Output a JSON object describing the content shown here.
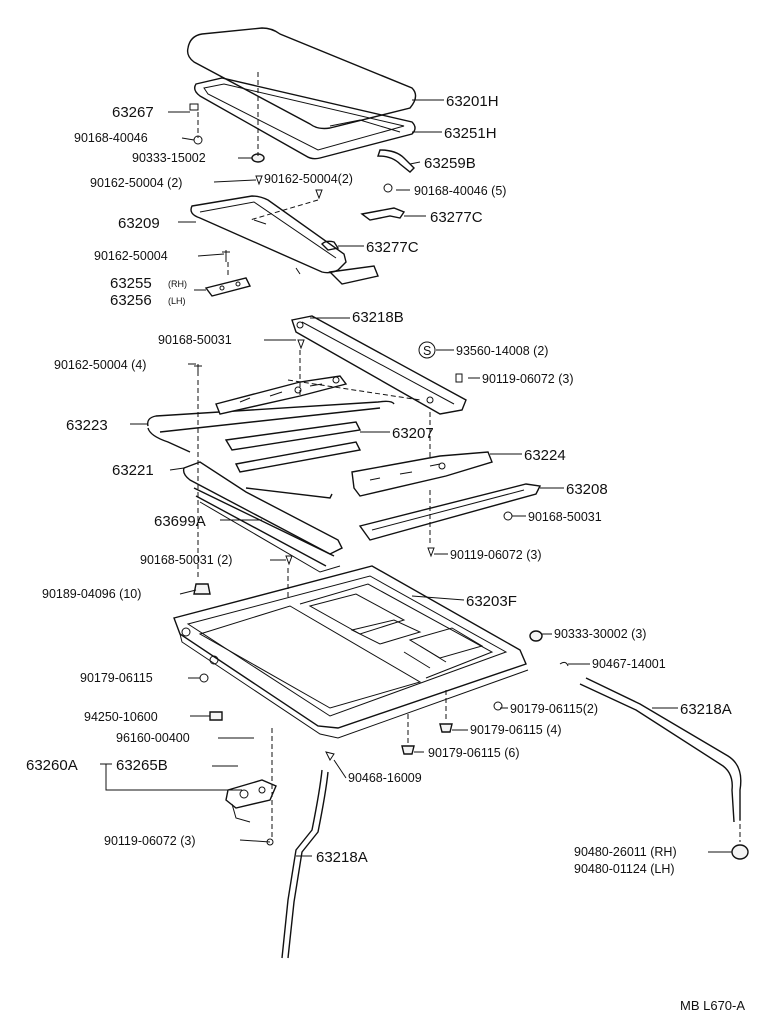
{
  "diagram_id": "MB L670-A",
  "parts": {
    "p63201H": "63201H",
    "p63251H": "63251H",
    "p63267": "63267",
    "p90168_40046": "90168-40046",
    "p90333_15002": "90333-15002",
    "p63259B": "63259B",
    "p90162_50004_2a": "90162-50004 (2)",
    "p90162_50004_2b": "90162-50004(2)",
    "p90168_40046_5": "90168-40046 (5)",
    "p63209": "63209",
    "p63277C_a": "63277C",
    "p90162_50004": "90162-50004",
    "p63277C_b": "63277C",
    "p63255": "63255",
    "p63255_side": "(RH)",
    "p63256": "63256",
    "p63256_side": "(LH)",
    "p63218B": "63218B",
    "p90168_50031_a": "90168-50031",
    "p93560_14008": "93560-14008 (2)",
    "p93560_mark": "S",
    "p90162_50004_4": "90162-50004 (4)",
    "p90119_06072_3a": "90119-06072 (3)",
    "p63223": "63223",
    "p63207": "63207",
    "p63224": "63224",
    "p63221": "63221",
    "p63208": "63208",
    "p63699A": "63699A",
    "p90168_50031_b": "90168-50031",
    "p90168_50031_2": "90168-50031 (2)",
    "p90119_06072_3b": "90119-06072 (3)",
    "p90189_04096": "90189-04096 (10)",
    "p63203F": "63203F",
    "p90333_30002": "90333-30002 (3)",
    "p90467_14001": "90467-14001",
    "p90179_06115_a": "90179-06115",
    "p90179_06115_2": "90179-06115(2)",
    "p63218A_a": "63218A",
    "p94250_10600": "94250-10600",
    "p90179_06115_4": "90179-06115 (4)",
    "p96160_00400": "96160-00400",
    "p90179_06115_6": "90179-06115 (6)",
    "p63260A": "63260A",
    "p63265B": "63265B",
    "p90468_16009": "90468-16009",
    "p90119_06072_3c": "90119-06072 (3)",
    "p63218A_b": "63218A",
    "p90480_26011": "90480-26011 (RH)",
    "p90480_01124": "90480-01124 (LH)"
  }
}
